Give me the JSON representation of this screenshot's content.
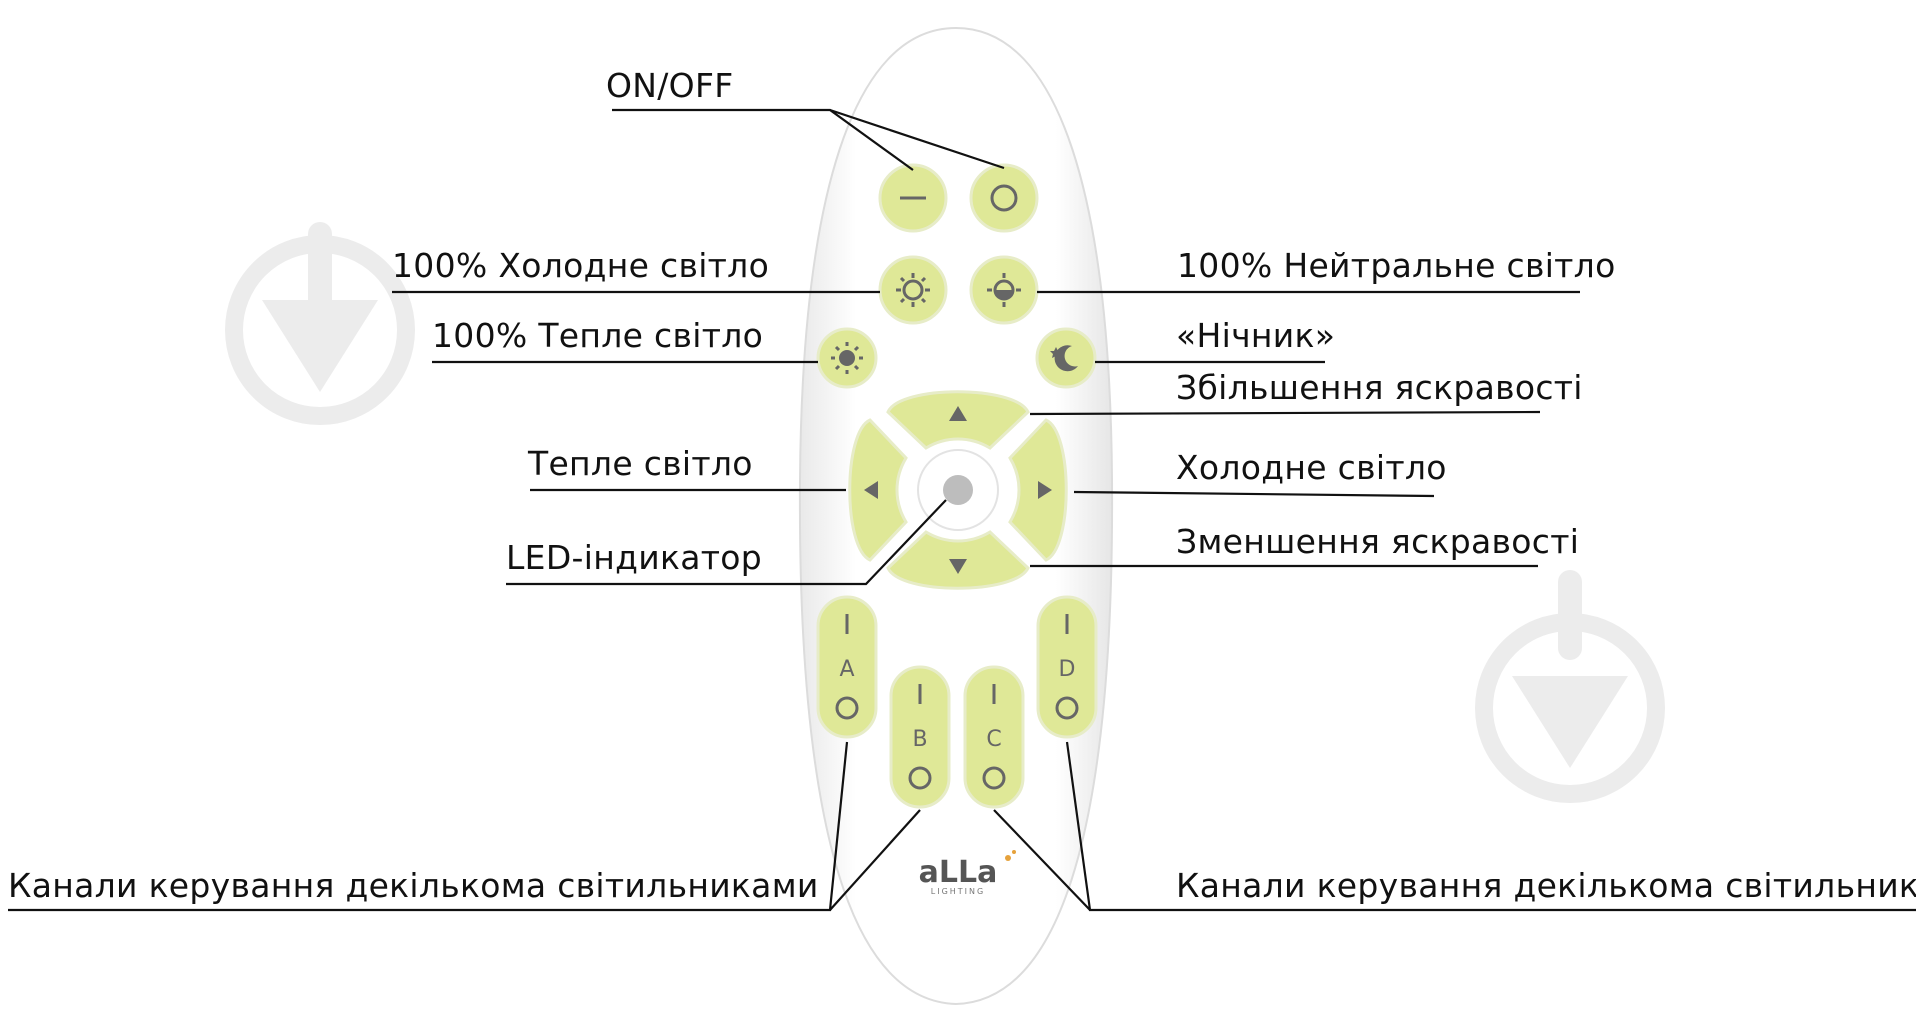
{
  "labels": {
    "on_off": "ON/OFF",
    "cold_100": "100% Холодне світло",
    "warm_100": "100% Тепле світло",
    "neutral_100": "100% Нейтральне світло",
    "night_light": "«Нічник»",
    "brightness_up": "Збільшення яскравості",
    "warm_light": "Тепле світло",
    "cold_light": "Холодне світло",
    "led_indicator": "LED-індикатор",
    "brightness_down": "Зменшення яскравості",
    "channels_left": "Канали керування декількома світильниками",
    "channels_right": "Канали керування декількома світильниками"
  },
  "channels": [
    "A",
    "B",
    "C",
    "D"
  ],
  "logo": {
    "brand": "aLLa",
    "sub": "LIGHTING"
  },
  "colors": {
    "button": "#dfe897",
    "remote_body": "#ffffff",
    "glyph": "#666666",
    "watermark": "#ececec"
  }
}
